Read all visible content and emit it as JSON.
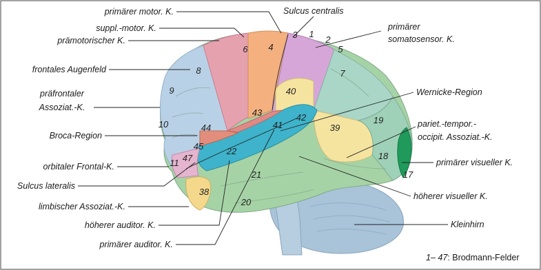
{
  "labels": {
    "primaerer_motor": "primärer motor. K.",
    "suppl_motor": "suppl.-motor. K.",
    "praemotorisch": "prämotorischer K.",
    "frontales_augenfeld": "frontales Augenfeld",
    "praefrontal_1": "präfrontaler",
    "praefrontal_2": "Assoziat.-K.",
    "broca": "Broca-Region",
    "orbital": "orbitaler Frontal-K.",
    "sulcus_lateralis": "Sulcus lateralis",
    "limbisch": "limbischer Assoziat.-K.",
    "hoeherer_auditor": "höherer auditor. K.",
    "primaerer_auditor": "primärer auditor. K.",
    "sulcus_centralis": "Sulcus centralis",
    "somatosensor_1": "primärer",
    "somatosensor_2": "somatosensor. K.",
    "wernicke": "Wernicke-Region",
    "pto_1": "pariet.-tempor.-",
    "pto_2": "occipit. Assoziat.-K.",
    "primaerer_visuell": "primärer visueller K.",
    "hoeherer_visuell": "höherer visueller K.",
    "kleinhirn": "Kleinhirn"
  },
  "footer": {
    "range": "1– 47",
    "text": ":  Brodmann-Felder"
  },
  "areas": {
    "a3": "3",
    "a1": "1",
    "a2": "2",
    "a5": "5",
    "a4": "4",
    "a6": "6",
    "a8": "8",
    "a9": "9",
    "a10": "10",
    "a7": "7",
    "a40": "40",
    "a43": "43",
    "a44": "44",
    "a45": "45",
    "a47": "47",
    "a11": "11",
    "a41": "41",
    "a42": "42",
    "a39": "39",
    "a19": "19",
    "a18": "18",
    "a17": "17",
    "a22": "22",
    "a21": "21",
    "a20": "20",
    "a38": "38"
  },
  "colors": {
    "frontal": "#b9d1e6",
    "premotor": "#e6a1ae",
    "motor": "#f4b07e",
    "somatosensory": "#d6a6d8",
    "parietal": "#a9d6c6",
    "wernicke_yellow": "#f5e4a0",
    "temporal_green": "#a6d3a6",
    "auditory_blue": "#3eb3cb",
    "visual_primary": "#1f9a5a",
    "cerebellum": "#a9c3d9",
    "limbic_yellow": "#f4d98c",
    "orbital_pink": "#e5b4cf"
  }
}
